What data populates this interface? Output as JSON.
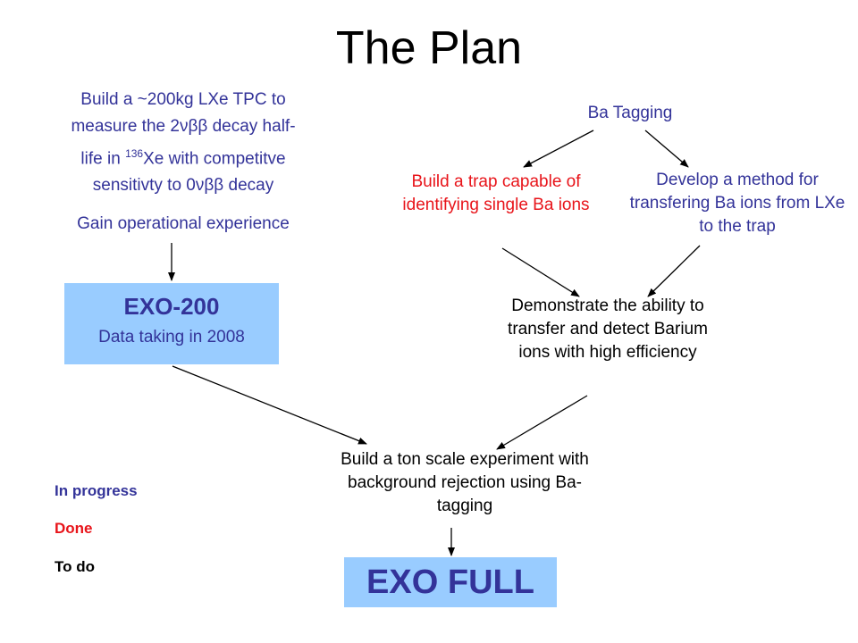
{
  "title": "The Plan",
  "left_column": {
    "line1": "Build a ~200kg LXe TPC to",
    "line2_prefix": "measure the 2",
    "nu": "ν",
    "bb": "ββ",
    "line2_suffix": " decay half-",
    "line3_prefix": "life in ",
    "sup136": "136",
    "line3_suffix": "Xe with competitve",
    "line4_prefix": "sensitivty to 0",
    "line4_suffix": " decay",
    "gain": "Gain operational experience"
  },
  "exo200_box": {
    "title": "EXO-200",
    "subtitle": "Data taking in 2008"
  },
  "ba_tagging": "Ba Tagging",
  "trap": "Build a trap capable of identifying single Ba ions",
  "method": "Develop a method for transfering Ba ions from LXe to the trap",
  "demonstrate": "Demonstrate the ability to transfer and detect Barium ions with high efficiency",
  "ton_scale": "Build a ton scale experiment with background rejection using Ba-tagging",
  "exo_full_box": {
    "title": "EXO FULL"
  },
  "legend": {
    "in_progress": "In progress",
    "done": "Done",
    "todo": "To do"
  },
  "colors": {
    "in_progress": "#333399",
    "done": "#e8141a",
    "todo": "#000000",
    "box_fill": "#99ccff"
  }
}
